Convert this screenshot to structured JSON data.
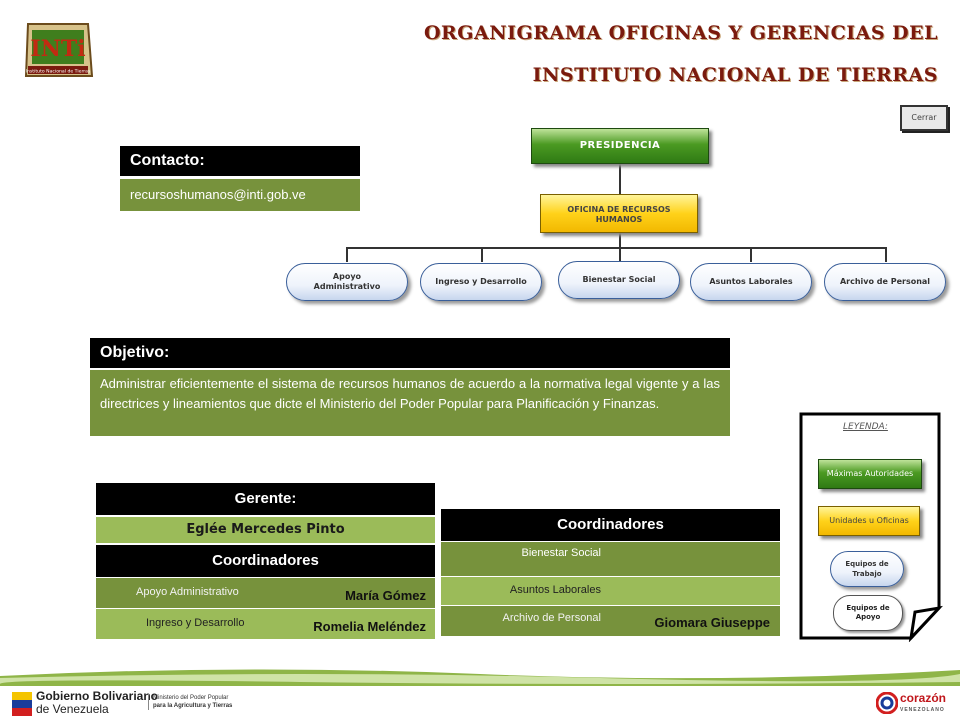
{
  "header": {
    "logo_text": "INTi",
    "logo_subtitle": "Instituto Nacional de Tierras",
    "title_line1": "ORGANIGRAMA OFICINAS Y GERENCIAS DEL",
    "title_line2": "INSTITUTO NACIONAL DE TIERRAS",
    "close_label": "Cerrar"
  },
  "contact": {
    "label": "Contacto:",
    "email": "recursoshumanos@inti.gob.ve"
  },
  "org_chart": {
    "top": "PRESIDENCIA",
    "office_line1": "OFICINA DE RECURSOS",
    "office_line2": "HUMANOS",
    "units": [
      {
        "line1": "Apoyo",
        "line2": "Administrativo"
      },
      {
        "line1": "Ingreso y Desarrollo",
        "line2": ""
      },
      {
        "line1": "Bienestar Social",
        "line2": ""
      },
      {
        "line1": "Asuntos Laborales",
        "line2": ""
      },
      {
        "line1": "Archivo de Personal",
        "line2": ""
      }
    ]
  },
  "objective": {
    "label": "Objetivo:",
    "text": "Administrar eficientemente el sistema de recursos humanos de acuerdo a la normativa legal vigente y a las directrices y lineamientos que dicte el Ministerio del Poder Popular para Planificación y Finanzas."
  },
  "manager": {
    "label": "Gerente:",
    "name": "Eglée Mercedes Pinto",
    "coordinators_label": "Coordinadores",
    "rows": [
      {
        "area": "Apoyo Administrativo",
        "name": "María Gómez"
      },
      {
        "area": "Ingreso y Desarrollo",
        "name": "Romelia Meléndez"
      }
    ]
  },
  "coordinators": {
    "label": "Coordinadores",
    "rows": [
      {
        "area": "Bienestar Social",
        "name": ""
      },
      {
        "area": "Asuntos Laborales",
        "name": ""
      },
      {
        "area": "Archivo de Personal",
        "name": "Giomara Giuseppe"
      }
    ]
  },
  "legend": {
    "title": "LEYENDA:",
    "max": "Máximas Autoridades",
    "units": "Unidades u Oficinas",
    "work_line1": "Equipos de",
    "work_line2": "Trabajo",
    "support_line1": "Equipos de",
    "support_line2": "Apoyo"
  },
  "footer": {
    "gob_line1": "Gobierno Bolivariano",
    "gob_line2": "de Venezuela",
    "ministry_line1": "Ministerio del Poder Popular",
    "ministry_line2": "para la Agricultura y Tierras",
    "brand": "corazón",
    "brand_sub": "VENEZOLANO"
  },
  "colors": {
    "title": "#7a1a0e",
    "green_dark": "#77923c",
    "green_light": "#9bbb59",
    "presidency": "#2f7a14",
    "office": "#ffd21a"
  }
}
